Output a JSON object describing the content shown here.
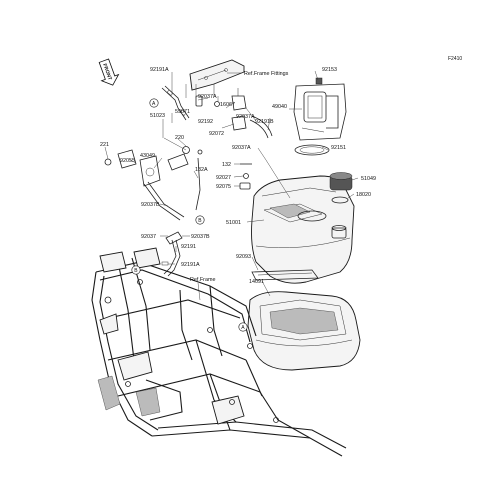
{
  "diagram_code": "F2410",
  "front_label": "FRONT",
  "callouts": {
    "a": "A",
    "b": "B"
  },
  "labels": {
    "p92191A_top": "92191A",
    "ref_frame_fittings": "Ref.Frame Fittings",
    "p92153": "92153",
    "p59071": "59071",
    "p92037A_1": "92037A",
    "p16067": "16067",
    "p49040": "49040",
    "p51023": "51023",
    "p92192": "92192",
    "p92072": "92072",
    "p92037A_2": "92037A",
    "p92191B": "92191B",
    "p220": "220",
    "p92151": "92151",
    "p221": "221",
    "p43049": "43049",
    "p92055": "92055",
    "p92037A_3": "92037A",
    "p132": "132",
    "p51049": "51049",
    "p132A": "132A",
    "p92027": "92027",
    "p92075": "92075",
    "p18020": "18020",
    "p92037B_1": "92037B",
    "p51001": "51001",
    "p92037": "92037",
    "p92037B_2": "92037B",
    "p92191": "92191",
    "p92093": "92093",
    "p92191A_bottom": "92191A",
    "ref_frame": "Ref.Frame",
    "p14091": "14091"
  }
}
